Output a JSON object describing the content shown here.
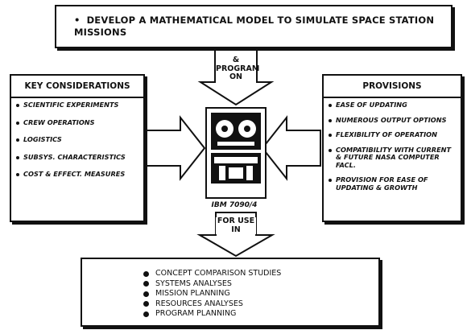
{
  "objective": {
    "text": "DEVELOP A MATHEMATICAL MODEL TO SIMULATE SPACE STATION MISSIONS"
  },
  "connector_top": {
    "line1": "&",
    "line2": "PROGRAM",
    "line3": "ON"
  },
  "key_considerations": {
    "title": "KEY CONSIDERATIONS",
    "items": [
      "SCIENTIFIC EXPERIMENTS",
      "CREW OPERATIONS",
      "LOGISTICS",
      "SUBSYS. CHARACTERISTICS",
      "COST & EFFECT. MEASURES"
    ]
  },
  "provisions": {
    "title": "PROVISIONS",
    "items": [
      "EASE OF UPDATING",
      "NUMEROUS OUTPUT OPTIONS",
      "FLEXIBILITY OF OPERATION",
      "COMPATIBILITY WITH CURRENT & FUTURE NASA COMPUTER FACL.",
      "PROVISION FOR EASE OF UPDATING & GROWTH"
    ]
  },
  "computer": {
    "label": "IBM 7090/4",
    "icon": "tape-computer-icon"
  },
  "connector_bottom": {
    "line1": "FOR USE",
    "line2": "IN"
  },
  "uses": {
    "items": [
      "CONCEPT COMPARISON STUDIES",
      "SYSTEMS ANALYSES",
      "MISSION PLANNING",
      "RESOURCES ANALYSES",
      "PROGRAM PLANNING"
    ]
  }
}
